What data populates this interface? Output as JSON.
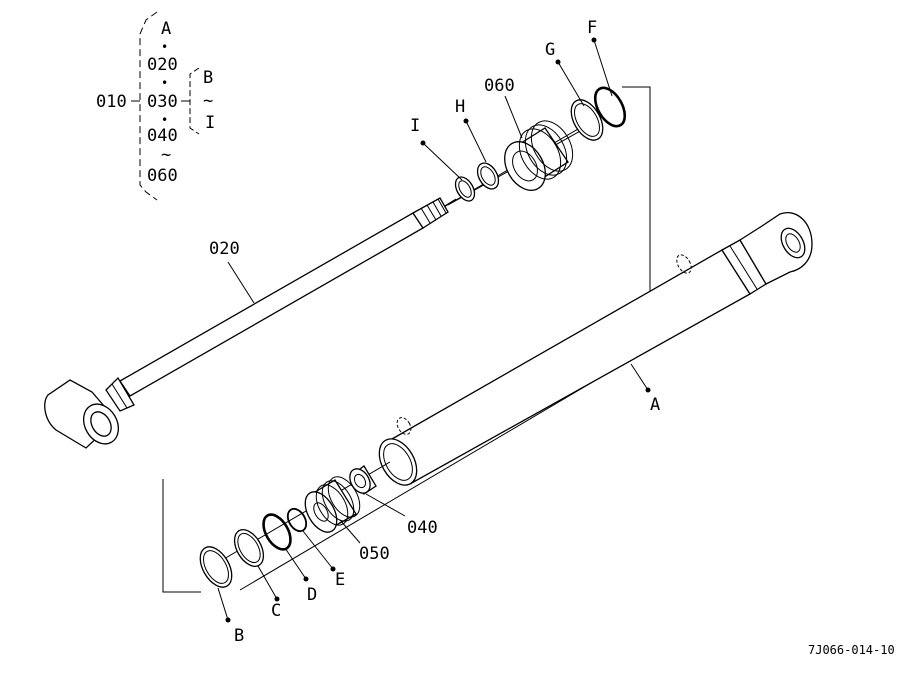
{
  "tree": {
    "root": "010",
    "items": [
      "A",
      "020",
      "030",
      "040",
      "060"
    ],
    "dot": "•",
    "tilde": "~",
    "sub": {
      "top": "B",
      "tilde": "~",
      "bottom": "I"
    }
  },
  "callouts": {
    "a": "A",
    "b": "B",
    "c": "C",
    "d": "D",
    "e": "E",
    "f": "F",
    "g": "G",
    "h": "H",
    "i": "I",
    "p020": "020",
    "p040": "040",
    "p050": "050",
    "p060": "060"
  },
  "drawing_code": "7J066-014-10"
}
